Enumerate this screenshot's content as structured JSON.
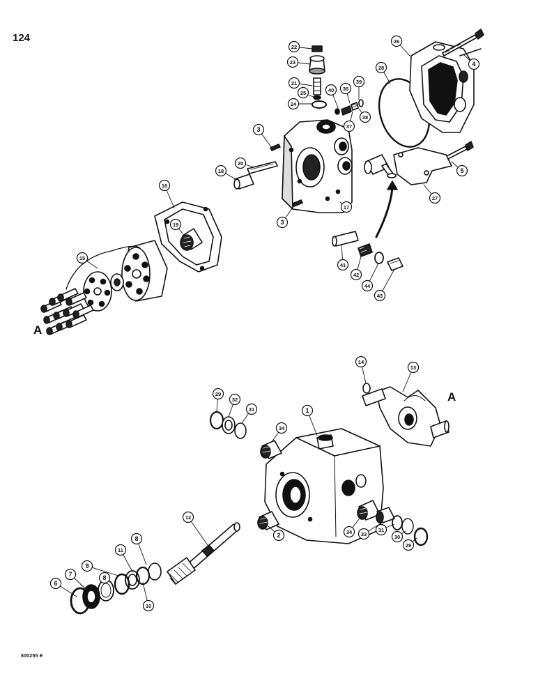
{
  "page_number": "124",
  "figure_code": "800255 E",
  "reference_letters": [
    "A",
    "A"
  ],
  "callouts": [
    {
      "n": "1"
    },
    {
      "n": "2"
    },
    {
      "n": "3"
    },
    {
      "n": "3"
    },
    {
      "n": "4"
    },
    {
      "n": "5"
    },
    {
      "n": "6"
    },
    {
      "n": "7"
    },
    {
      "n": "8"
    },
    {
      "n": "8"
    },
    {
      "n": "9"
    },
    {
      "n": "10"
    },
    {
      "n": "11"
    },
    {
      "n": "12"
    },
    {
      "n": "13"
    },
    {
      "n": "14"
    },
    {
      "n": "15"
    },
    {
      "n": "16"
    },
    {
      "n": "17"
    },
    {
      "n": "18"
    },
    {
      "n": "19"
    },
    {
      "n": "20"
    },
    {
      "n": "21"
    },
    {
      "n": "22"
    },
    {
      "n": "23"
    },
    {
      "n": "24"
    },
    {
      "n": "25"
    },
    {
      "n": "26"
    },
    {
      "n": "27"
    },
    {
      "n": "28"
    },
    {
      "n": "29"
    },
    {
      "n": "29"
    },
    {
      "n": "30"
    },
    {
      "n": "31"
    },
    {
      "n": "31"
    },
    {
      "n": "32"
    },
    {
      "n": "33"
    },
    {
      "n": "34"
    },
    {
      "n": "34"
    },
    {
      "n": "36"
    },
    {
      "n": "37"
    },
    {
      "n": "38"
    },
    {
      "n": "39"
    },
    {
      "n": "40"
    },
    {
      "n": "41"
    },
    {
      "n": "42"
    },
    {
      "n": "43"
    },
    {
      "n": "44"
    }
  ]
}
